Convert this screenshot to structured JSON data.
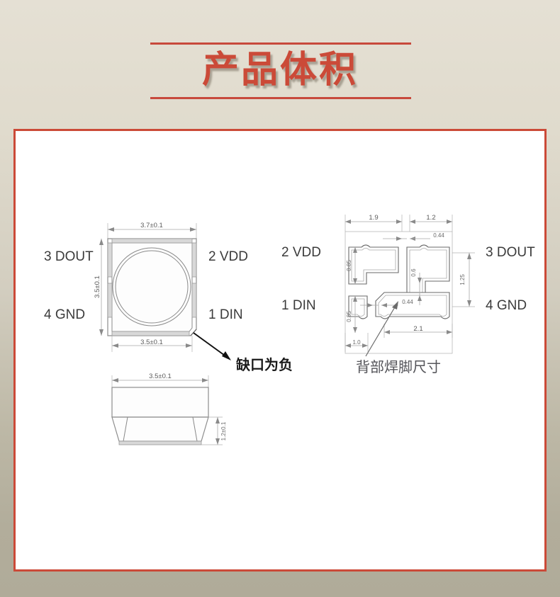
{
  "page": {
    "title": "产品体积",
    "background_top_color": "#e5e0d4",
    "background_bottom_color": "#b0ab99",
    "accent_color": "#cb4a38",
    "panel_color": "#ffffff"
  },
  "diagram": {
    "top_view": {
      "pins": [
        {
          "id": "pin-3-dout",
          "label": "3 DOUT",
          "side": "left-top"
        },
        {
          "id": "pin-4-gnd",
          "label": "4 GND",
          "side": "left-bottom"
        },
        {
          "id": "pin-2-vdd",
          "label": "2 VDD",
          "side": "right-top"
        },
        {
          "id": "pin-1-din",
          "label": "1 DIN",
          "side": "right-bottom"
        }
      ],
      "dimensions": {
        "top_width": "3.7±0.1",
        "bottom_width": "3.5±0.1",
        "left_height": "3.5±0.1"
      },
      "notch_note": "缺口为负"
    },
    "side_view": {
      "dimensions": {
        "width": "3.5±0.1",
        "height": "1.2±0.1"
      }
    },
    "back_pad_view": {
      "caption": "背部焊脚尺寸",
      "pins": [
        {
          "id": "pin-2-vdd-back",
          "label": "2 VDD",
          "side": "left-top"
        },
        {
          "id": "pin-1-din-back",
          "label": "1 DIN",
          "side": "left-bottom"
        },
        {
          "id": "pin-3-dout-back",
          "label": "3 DOUT",
          "side": "right-top"
        },
        {
          "id": "pin-4-gnd-back",
          "label": "4 GND",
          "side": "right-bottom"
        }
      ],
      "dimensions": {
        "top_left_width": "1.9",
        "top_right_width": "1.2",
        "left_upper_height": "0.85",
        "left_lower_height": "0.85",
        "right_height": "1.25",
        "bottom_left_width": "1.0",
        "bottom_right_width": "2.1",
        "gap_upper": "0.44",
        "gap_lower": "0.44",
        "inner_vertical": "0.6"
      }
    }
  }
}
